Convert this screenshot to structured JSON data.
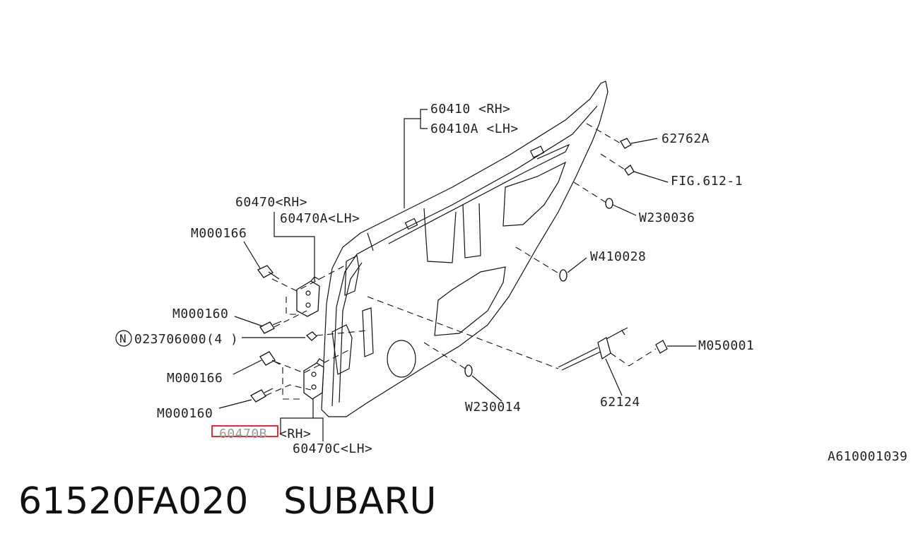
{
  "diagram": {
    "labels": {
      "door_panel_rh": "60410  <RH>",
      "door_panel_lh": "60410A <LH>",
      "bolt_top_right": "62762A",
      "fig_ref": "FIG.612-1",
      "plug_w230036": "W230036",
      "plug_w410028": "W410028",
      "hinge_upper_rh": "60470<RH>",
      "hinge_upper_lh": "60470A<LH>",
      "bolt_m000166_upper": "M000166",
      "bolt_m000160_upper": "M000160",
      "nut_note_marker": "N",
      "nut_code": "023706000(4 )",
      "bolt_m000166_lower": "M000166",
      "bolt_m000160_lower": "M000160",
      "hinge_lower_rh_code": "60470B",
      "hinge_lower_rh_side": "<RH>",
      "hinge_lower_lh": "60470C<LH>",
      "plug_w230014": "W230014",
      "checker": "62124",
      "bolt_m050001": "M050001",
      "diagram_code": "A610001039"
    },
    "highlight_color": "#e0303a"
  },
  "caption": {
    "part_number": "61520FA020",
    "brand": "SUBARU"
  }
}
